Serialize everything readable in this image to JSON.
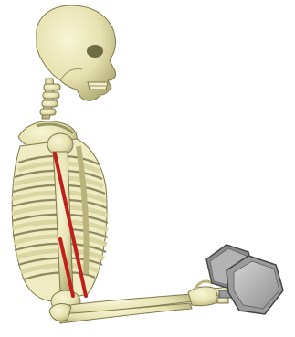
{
  "figure": {
    "subject": "skeleton-arm-with-dumbbell",
    "colors": {
      "background": "#ffffff",
      "bone": "#e9e6b6",
      "bone_shade": "#b9b47c",
      "bone_outline": "#7d7a4e",
      "muscle": "#c0201b",
      "dumbbell_light": "#c9c9c9",
      "dumbbell_dark": "#9a9a9a",
      "dumbbell_edge": "#555555"
    },
    "icons": [
      "skull-icon",
      "ribcage-icon",
      "spine-icon",
      "humerus-icon",
      "forearm-icon",
      "hand-icon",
      "dumbbell-icon",
      "biceps-muscle-line",
      "brachialis-muscle-line"
    ]
  }
}
